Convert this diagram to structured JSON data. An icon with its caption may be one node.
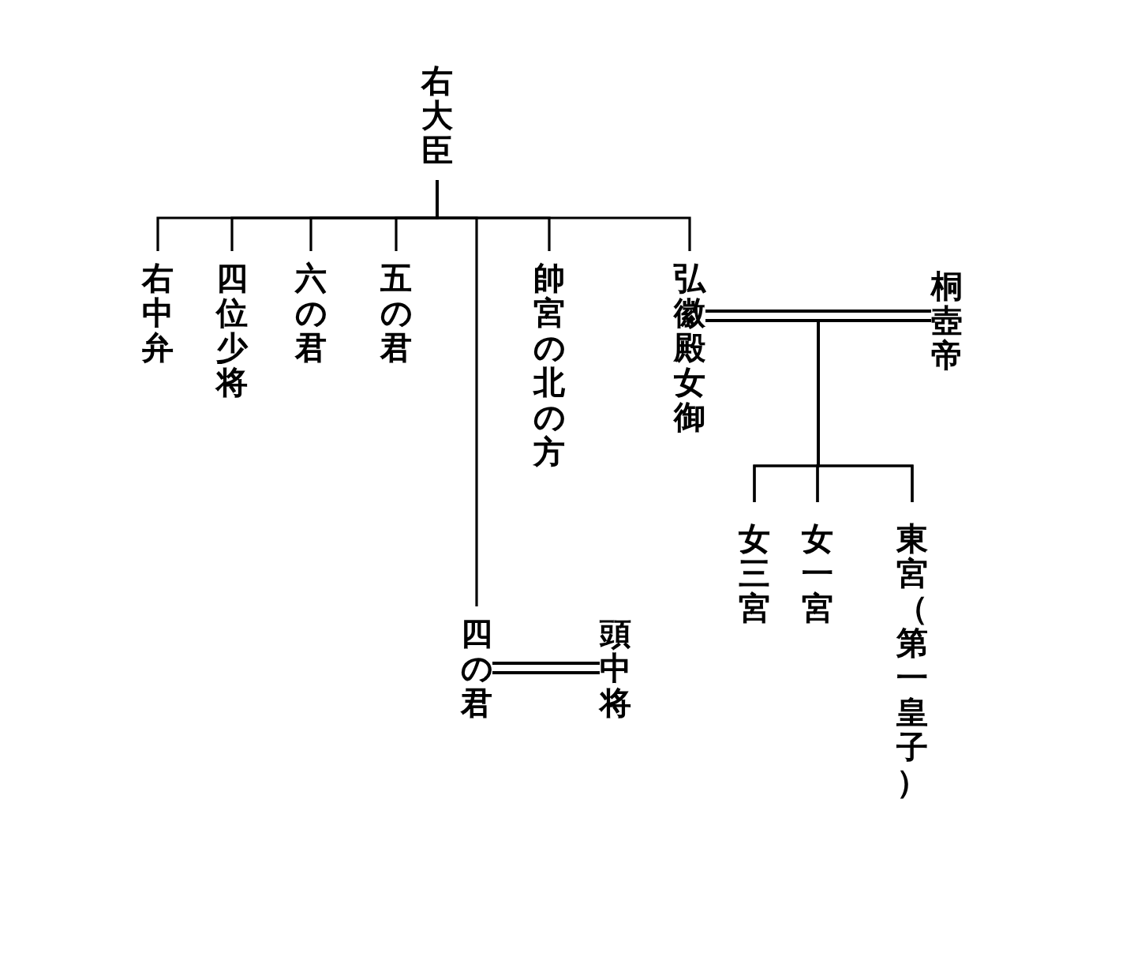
{
  "diagram": {
    "nodes": [
      {
        "text": [
          "右大臣"
        ]
      },
      {
        "text": [
          "右中弁"
        ]
      },
      {
        "text": [
          "四位少将"
        ]
      },
      {
        "text": [
          "六の君"
        ]
      },
      {
        "text": [
          "五の君"
        ]
      },
      {
        "text": [
          "四の君"
        ]
      },
      {
        "text": [
          "帥宮の北の方"
        ]
      },
      {
        "text": [
          "弘徽殿女御"
        ]
      },
      {
        "text": [
          "桐壺帝"
        ]
      },
      {
        "text": [
          "女三宮"
        ]
      },
      {
        "text": [
          "女一宮"
        ]
      },
      {
        "text": [
          "東宮（第一皇子）"
        ]
      },
      {
        "text": [
          "頭中将"
        ]
      }
    ],
    "edges": [
      {
        "from": 0,
        "to": 1,
        "arrow": "none"
      },
      {
        "from": 0,
        "to": 2,
        "arrow": "none"
      },
      {
        "from": 0,
        "to": 3,
        "arrow": "none"
      },
      {
        "from": 0,
        "to": 4,
        "arrow": "none"
      },
      {
        "from": 0,
        "to": 5,
        "arrow": "none"
      },
      {
        "from": 0,
        "to": 6,
        "arrow": "none"
      },
      {
        "from": 0,
        "to": 7,
        "arrow": "none"
      },
      {
        "from": 7,
        "to": 8,
        "arrow": "none"
      },
      {
        "from": 7,
        "to": 9,
        "arrow": "none"
      },
      {
        "from": 7,
        "to": 10,
        "arrow": "none"
      },
      {
        "from": 7,
        "to": 11,
        "arrow": "none"
      },
      {
        "from": 8,
        "to": 9,
        "arrow": "none"
      },
      {
        "from": 8,
        "to": 10,
        "arrow": "none"
      },
      {
        "from": 8,
        "to": 11,
        "arrow": "none"
      },
      {
        "from": 5,
        "to": 12,
        "arrow": "none"
      }
    ]
  }
}
